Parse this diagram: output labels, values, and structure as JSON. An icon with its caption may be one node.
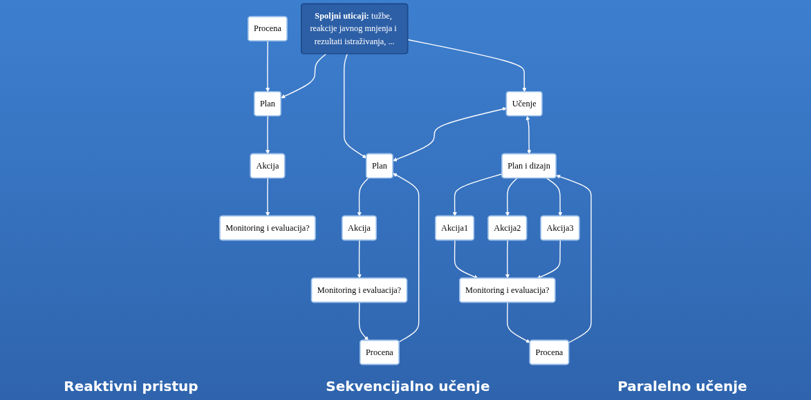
{
  "diagram": {
    "nodes": [
      {
        "text": [
          "**Spoljni uticaji:** tužbe, reakcije javnog mnjenja i rezultati istraživanja, ..."
        ]
      },
      {
        "text": [
          "Plan"
        ]
      },
      {
        "text": [
          "Procena"
        ]
      },
      {
        "text": [
          "Akcija"
        ]
      },
      {
        "text": [
          "Monitoring i evaluacija?"
        ]
      },
      {
        "text": [
          "Učenje"
        ]
      },
      {
        "text": [
          "Plan"
        ]
      },
      {
        "text": [
          "Procena"
        ]
      },
      {
        "text": [
          "Akcija"
        ]
      },
      {
        "text": [
          "Monitoring i evaluacija?"
        ]
      },
      {
        "text": [
          "Plan i dizajn"
        ]
      },
      {
        "text": [
          "Procena"
        ]
      },
      {
        "text": [
          "Akcija1"
        ]
      },
      {
        "text": [
          "Akcija2"
        ]
      },
      {
        "text": [
          "Akcija3"
        ]
      },
      {
        "text": [
          "Monitoring i evaluacija?"
        ]
      }
    ],
    "edges": [
      {
        "from": 0,
        "to": 1,
        "arrow": "to"
      },
      {
        "from": 0,
        "to": 6,
        "arrow": "to"
      },
      {
        "from": 0,
        "to": 5,
        "arrow": "to"
      },
      {
        "from": 2,
        "to": 1,
        "arrow": "to"
      },
      {
        "from": 1,
        "to": 3,
        "arrow": "to"
      },
      {
        "from": 3,
        "to": 4,
        "arrow": "to"
      },
      {
        "from": 5,
        "to": 6,
        "arrow": "both"
      },
      {
        "from": 7,
        "to": 6,
        "arrow": "to"
      },
      {
        "from": 6,
        "to": 8,
        "arrow": "to"
      },
      {
        "from": 8,
        "to": 9,
        "arrow": "to"
      },
      {
        "from": 9,
        "to": 7,
        "arrow": "to"
      },
      {
        "from": 5,
        "to": 10,
        "arrow": "both"
      },
      {
        "from": 11,
        "to": 10,
        "arrow": "to"
      },
      {
        "from": 10,
        "to": 12,
        "arrow": "to"
      },
      {
        "from": 10,
        "to": 13,
        "arrow": "to"
      },
      {
        "from": 10,
        "to": 14,
        "arrow": "to"
      },
      {
        "from": 12,
        "to": 15,
        "arrow": "to"
      },
      {
        "from": 13,
        "to": 15,
        "arrow": "to"
      },
      {
        "from": 14,
        "to": 15,
        "arrow": "to"
      },
      {
        "from": 15,
        "to": 11,
        "arrow": "to"
      }
    ],
    "labels": [
      "Reaktivni pristup",
      "Sekvencijalno učenje",
      "Paralelno učenje"
    ]
  }
}
